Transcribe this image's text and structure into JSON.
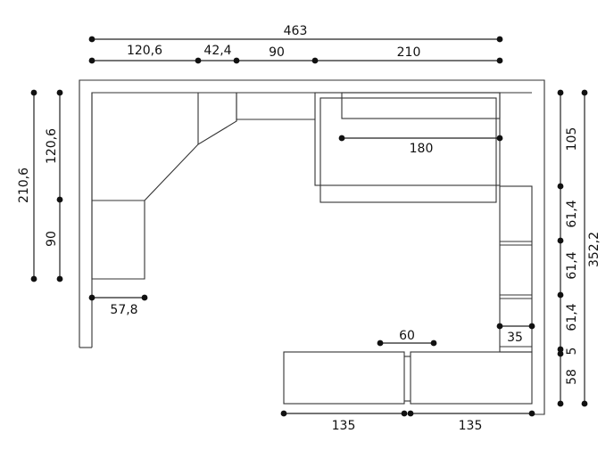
{
  "dimensions": {
    "top_total": "463",
    "top_seg_1": "120,6",
    "top_seg_2": "42,4",
    "top_seg_3": "90",
    "top_seg_4": "210",
    "left_total": "210,6",
    "left_upper": "120,6",
    "left_lower": "90",
    "left_depth": "57,8",
    "sofa_depth": "180",
    "right_seg_1": "105",
    "right_seg_2": "61,4",
    "right_seg_3": "61,4",
    "right_seg_4": "61,4",
    "right_seg_5": "5",
    "right_seg_6": "58",
    "right_total": "352,2",
    "shelf_depth": "35",
    "gap": "60",
    "bottom_left": "135",
    "bottom_right": "135"
  }
}
